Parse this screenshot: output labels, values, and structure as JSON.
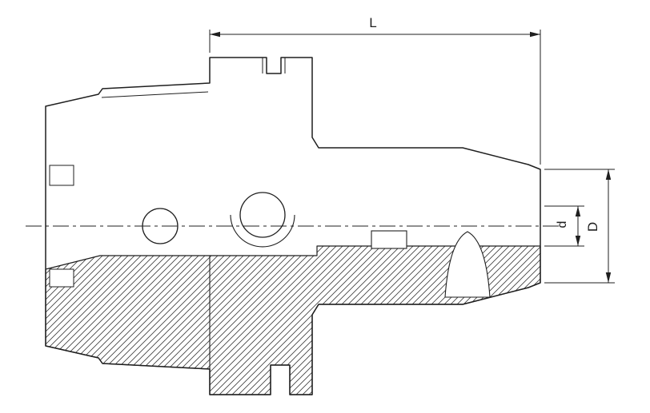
{
  "drawing": {
    "dimensions": {
      "length_label": "L",
      "bore_diameter_label": "d",
      "outer_diameter_label": "D"
    },
    "colors": {
      "background": "#ffffff",
      "line": "#1f1f1f",
      "hatch": "#3d3d3d"
    }
  }
}
